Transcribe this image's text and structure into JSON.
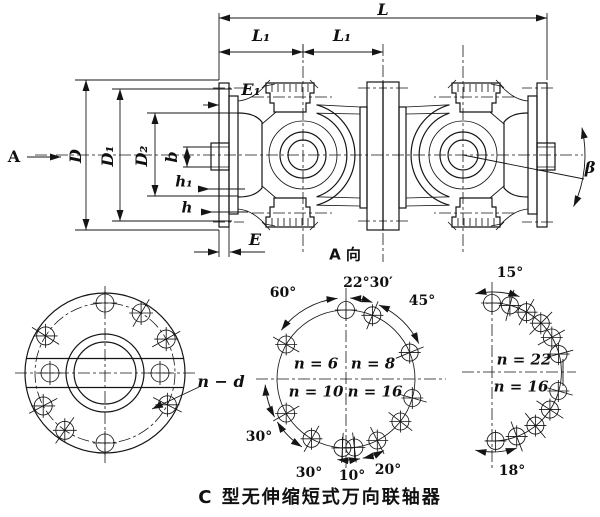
{
  "ink_color": "#151515",
  "side_view": {
    "view_arrow": "A",
    "view_title": "A 向",
    "dim_L": "L",
    "dim_L1_left": "L₁",
    "dim_L1_right": "L₁",
    "dim_E1": "E₁",
    "dim_E": "E",
    "dim_D": "D",
    "dim_D1": "D₁",
    "dim_D2": "D₂",
    "dim_b": "b",
    "dim_h1": "h₁",
    "dim_h": "h",
    "dim_beta": "β"
  },
  "flange_view": {
    "holes_label": "n − d"
  },
  "mid_pattern": {
    "n_upper_left": "n = 6",
    "n_upper_right": "n = 8",
    "n_lower_left": "n = 10",
    "n_lower_right": "n = 16",
    "angle_upper_left": "60°",
    "angle_top": "22°30′",
    "angle_upper_right": "45°",
    "angle_left": "30°",
    "angle_bottom_left": "30°",
    "angle_bottom": "10°",
    "angle_bottom_right": "20°"
  },
  "right_pattern": {
    "n_upper": "n = 22",
    "n_lower": "n = 16",
    "angle_top": "15°",
    "angle_bottom": "18°"
  },
  "caption": "C 型无伸缩短式万向联轴器"
}
